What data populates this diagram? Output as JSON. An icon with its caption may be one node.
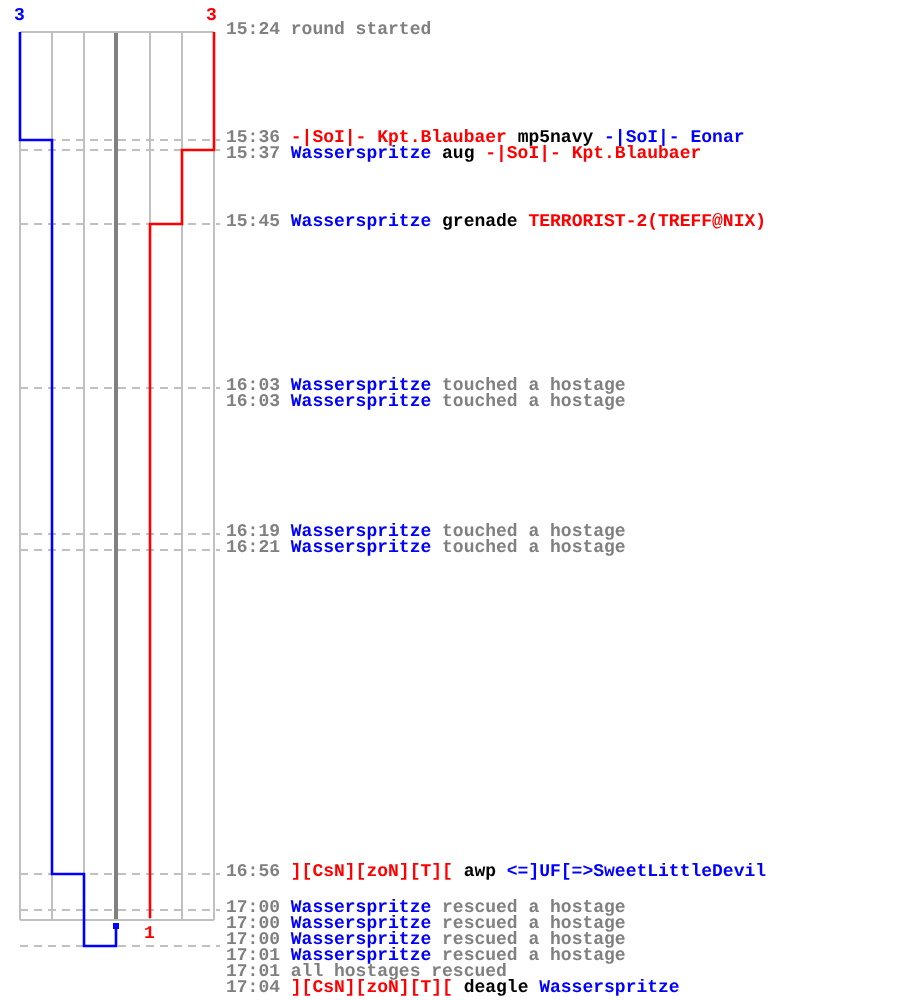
{
  "diagram": {
    "labels": [
      "3",
      "3",
      "15:24",
      "round started",
      "15:36",
      "-|SoI|- Kpt.Blaubaer",
      "mp5navy",
      "-|SoI|- Eonar",
      "15:37",
      "Wasserspritze",
      "aug",
      "-|SoI|- Kpt.Blaubaer",
      "15:45",
      "Wasserspritze",
      "grenade",
      "TERRORIST-2(TREFF@NIX)",
      "16:03",
      "Wasserspritze",
      "touched a hostage",
      "16:03",
      "Wasserspritze",
      "touched a hostage",
      "16:19",
      "Wasserspritze",
      "touched a hostage",
      "16:21",
      "Wasserspritze",
      "touched a hostage",
      "16:56",
      "][CsN][zoN][T][",
      "awp",
      "<=]UF[=>SweetLittleDevil",
      "17:00",
      "Wasserspritze",
      "rescued a hostage",
      "17:00",
      "Wasserspritze",
      "rescued a hostage",
      "17:00",
      "Wasserspritze",
      "rescued a hostage",
      "17:01",
      "Wasserspritze",
      "rescued a hostage",
      "17:01",
      "all hostages rescued",
      "17:04",
      "][CsN][zoN][T][",
      "deagle",
      "Wasserspritze",
      "1"
    ]
  }
}
